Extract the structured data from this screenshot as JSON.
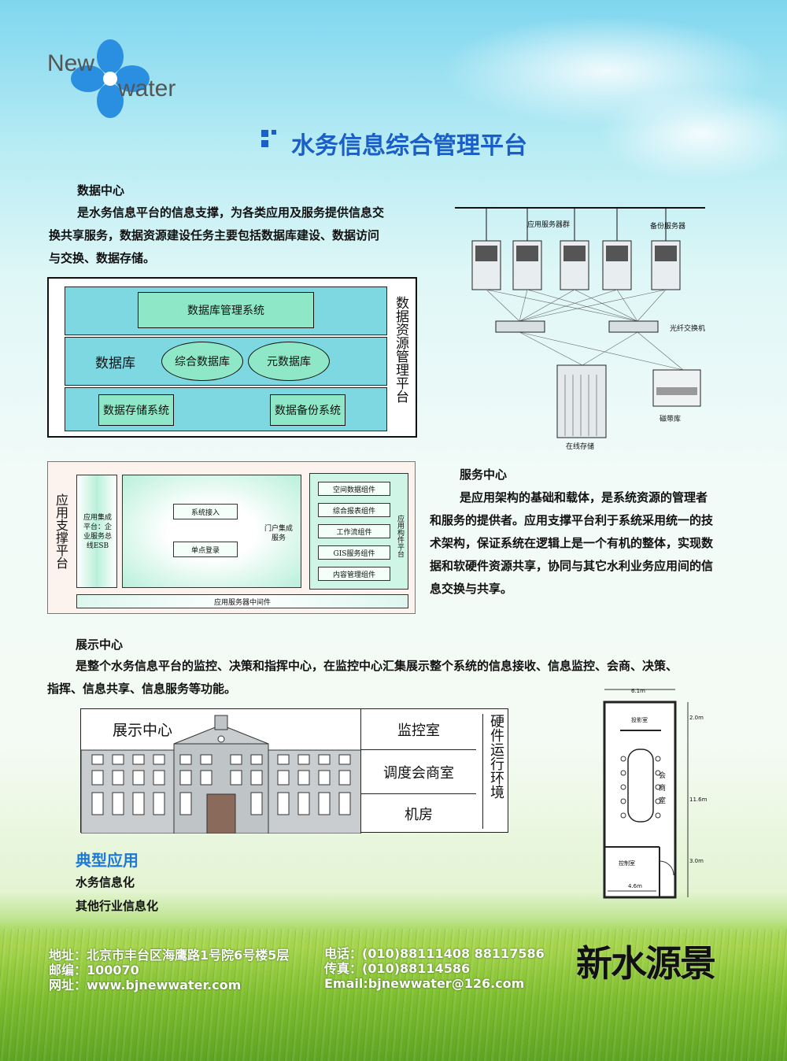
{
  "logo": {
    "word1": "New",
    "word2": "water"
  },
  "title": "水务信息综合管理平台",
  "data_center": {
    "heading": "数据中心",
    "text": [
      "是水务信息平台的信息支撑，为各类应用及服务提供信息交",
      "换共享服务，数据资源建设任务主要包括数据库建设、数据访问",
      "与交换、数据存储。"
    ],
    "diagram": {
      "dbms": "数据库管理系统",
      "db": "数据库",
      "db1": "综合数据库",
      "db2": "元数据库",
      "store": "数据存储系统",
      "backup": "数据备份系统",
      "side": "数据资源管理平台"
    }
  },
  "server_diagram": {
    "app_group": "应用服务器群",
    "backup_servers": "备份服务器",
    "switch": "光纤交换机",
    "online_storage": "在线存储",
    "tape": "磁带库"
  },
  "app_platform": {
    "side": "应用支撑平台",
    "esb": "应用集成平台：企业服务总线ESB",
    "access": "系统接入",
    "sso": "单点登录",
    "portal": "门户集成服务",
    "components": [
      "空间数据组件",
      "综合报表组件",
      "工作流组件",
      "GIS服务组件",
      "内容管理组件"
    ],
    "comp_side": "应用构件平台",
    "middleware": "应用服务器中间件"
  },
  "service_center": {
    "heading": "服务中心",
    "text": [
      "是应用架构的基础和载体，是系统资源的管理者",
      "和服务的提供者。应用支撑平台利于系统采用统一的技",
      "术架构，保证系统在逻辑上是一个有机的整体，实现数",
      "据和软硬件资源共享，协同与其它水利业务应用间的信",
      "息交换与共享。"
    ]
  },
  "display_center": {
    "heading": "展示中心",
    "text": [
      "是整个水务信息平台的监控、决策和指挥中心，在监控中心汇集展示整个系统的信息接收、信息监控、会商、决策、",
      "指挥、信息共享、信息服务等功能。"
    ],
    "building_label": "展示中心",
    "rooms": [
      "监控室",
      "调度会商室",
      "机房"
    ],
    "env": "硬件运行环境"
  },
  "floorplan": {
    "width": "6.1m",
    "projector": "投影室",
    "meeting": "会商室",
    "control": "控制室",
    "bottom": "4.6m",
    "d1": "2.0m",
    "d2": "11.6m",
    "d3": "3.0m"
  },
  "typical": {
    "heading": "典型应用",
    "items": [
      "水务信息化",
      "其他行业信息化"
    ]
  },
  "contact": {
    "address": "地址：北京市丰台区海鹰路1号院6号楼5层",
    "postcode": "邮编：100070",
    "website": "网址：www.bjnewwater.com",
    "phone": "电话：(010)88111408 88117586",
    "fax": "传真：(010)88114586",
    "email": "Email:bjnewwater@126.com"
  },
  "brand": {
    "calligraphy": "新水源景"
  },
  "colors": {
    "title": "#1a5ec8",
    "accent": "#1e78d8",
    "box_blue": "#7ed8e2",
    "box_green": "#8ee8c8"
  }
}
